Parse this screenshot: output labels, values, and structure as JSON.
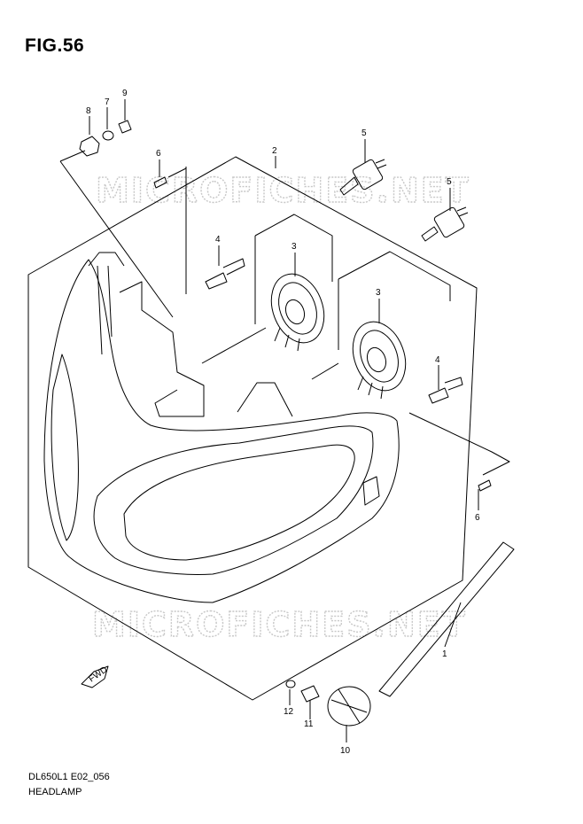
{
  "figure": {
    "title": "FIG.56",
    "code": "DL650L1 E02_056",
    "name": "HEADLAMP"
  },
  "watermark": "MICROFICHES.NET",
  "callouts": {
    "c1": "1",
    "c2": "2",
    "c3a": "3",
    "c3b": "3",
    "c4a": "4",
    "c4b": "4",
    "c5a": "5",
    "c5b": "5",
    "c6a": "6",
    "c6b": "6",
    "c7": "7",
    "c8": "8",
    "c9": "9",
    "c10": "10",
    "c11": "11",
    "c12": "12"
  },
  "direction_arrow": "FWD"
}
